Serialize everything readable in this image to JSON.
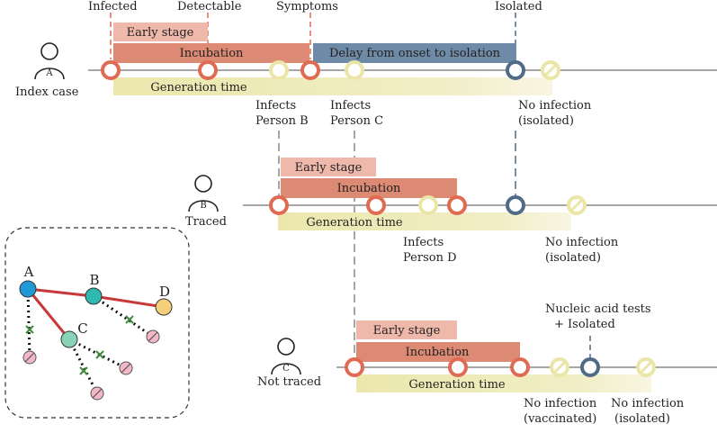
{
  "labels": {
    "infected": "Infected",
    "detectable": "Detectable",
    "symptoms": "Symptoms",
    "isolated_top": "Isolated",
    "index_case": "Index case",
    "traced": "Traced",
    "not_traced": "Not traced",
    "infects_b_1": "Infects",
    "infects_b_2": "Person B",
    "infects_c_1": "Infects",
    "infects_c_2": "Person C",
    "no_inf_iso_1": "No infection",
    "no_inf_iso_2": "(isolated)",
    "infects_d_1": "Infects",
    "infects_d_2": "Person D",
    "no_inf_iso_b_1": "No infection",
    "no_inf_iso_b_2": "(isolated)",
    "nat_1": "Nucleic acid tests",
    "nat_2": "+ Isolated",
    "no_inf_vac_1": "No infection",
    "no_inf_vac_2": "(vaccinated)",
    "no_inf_iso_c_1": "No infection",
    "no_inf_iso_c_2": "(isolated)"
  },
  "bars": {
    "early_stage": "Early stage",
    "incubation": "Incubation",
    "delay": "Delay from onset to isolation",
    "generation_time": "Generation time"
  },
  "avatars": {
    "a": "A",
    "b": "B",
    "c": "C"
  },
  "network": {
    "a": "A",
    "b": "B",
    "c": "C",
    "d": "D"
  },
  "colors": {
    "early": "#eeb8aa",
    "incubation": "#dc8a74",
    "delay": "#6f8aa6",
    "generation": "#ecea b0",
    "red_ring": "#e06a52",
    "blue_ring": "#4f6b88",
    "yellow_ring": "#e8e4a6",
    "gray_line": "#888888"
  }
}
